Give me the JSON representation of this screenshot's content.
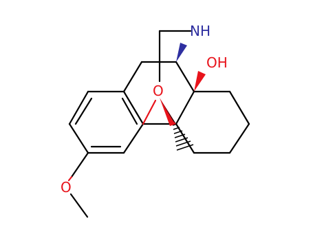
{
  "molecule": {
    "atoms": {
      "nh": "NH",
      "oh": "OH",
      "bridge_o": "O",
      "methoxy_o": "O"
    },
    "colors": {
      "bond": "#000000",
      "oxygen": "#e8131b",
      "nitrogen": "#2e2fa0",
      "background": "#ffffff"
    }
  }
}
